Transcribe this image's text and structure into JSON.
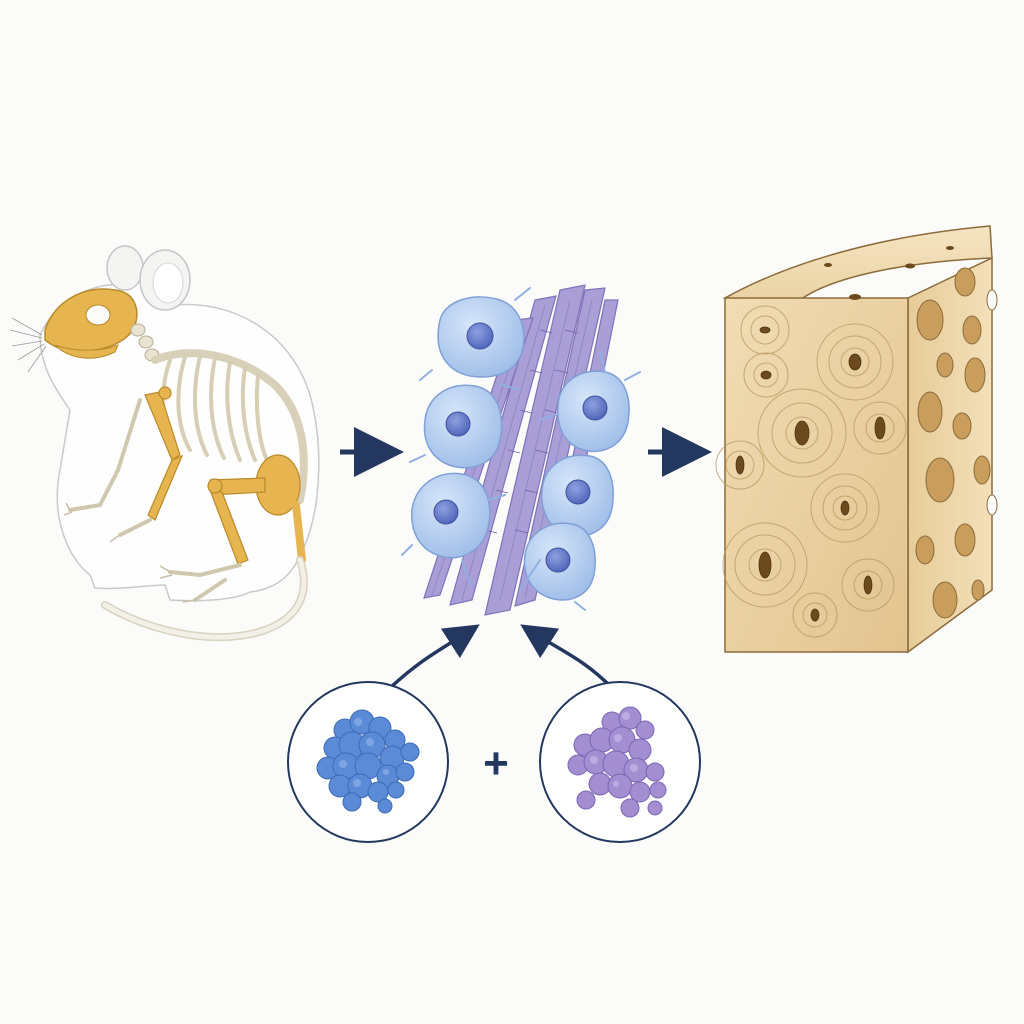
{
  "diagram": {
    "panels": [
      {
        "id": "mouse",
        "icon": "mouse-skeleton-icon"
      },
      {
        "id": "tissue",
        "icon": "cells-and-collagen-fibers-icon"
      },
      {
        "id": "bone",
        "icon": "bone-block-icon"
      }
    ],
    "inputs": [
      {
        "id": "protein-blue",
        "icon": "blue-protein-icon"
      },
      {
        "id": "protein-purple",
        "icon": "purple-protein-icon"
      }
    ],
    "operator": "+",
    "colors": {
      "arrow": "#23375f",
      "bone_highlight": "#e6b550",
      "cell_fill": "#b7d0f0",
      "nucleus": "#5d72c4",
      "fiber": "#a79bd2",
      "bone_block": "#ead2a6",
      "protein_blue": "#5b8bd6",
      "protein_purple": "#a28ed1"
    }
  }
}
